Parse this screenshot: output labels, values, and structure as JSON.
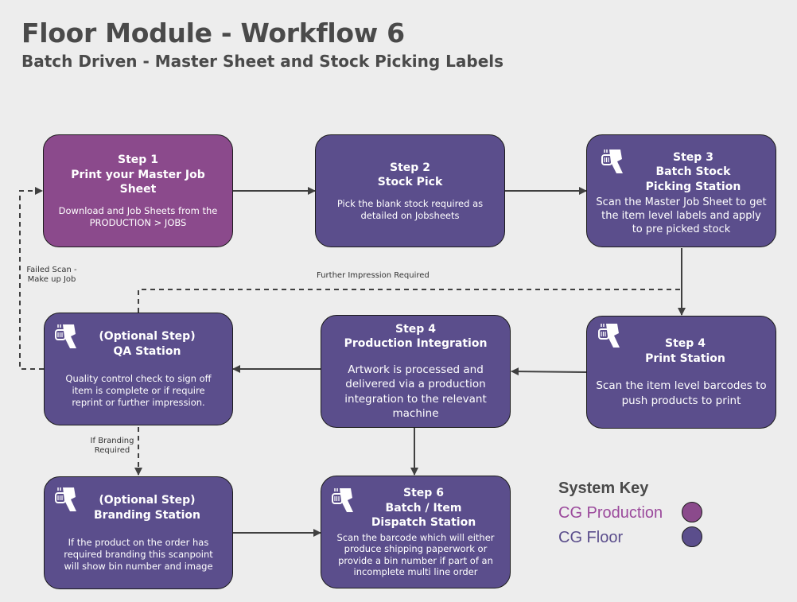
{
  "title": "Floor Module - Workflow 6",
  "subtitle": "Batch Driven -  Master Sheet and Stock Picking Labels",
  "colors": {
    "production": "#8b4a8c",
    "floor": "#5b4e8c",
    "connector": "#404040",
    "background": "#ededed"
  },
  "steps": {
    "step1": {
      "title": [
        "Step 1",
        "Print your Master Job",
        "Sheet"
      ],
      "desc": "Download and Job Sheets from the PRODUCTION > JOBS"
    },
    "step2": {
      "title": [
        "Step 2",
        "Stock Pick"
      ],
      "desc": "Pick the blank stock required as detailed on Jobsheets"
    },
    "step3": {
      "title": [
        "Step 3",
        "Batch Stock",
        "Picking Station"
      ],
      "desc": "Scan the Master Job Sheet to get the item level labels and apply to pre picked stock"
    },
    "step4_print": {
      "title": [
        "Step 4",
        "Print Station"
      ],
      "desc": "Scan the item level barcodes to push products to print"
    },
    "step4_integration": {
      "title": [
        "Step 4",
        "Production Integration"
      ],
      "desc": "Artwork is processed and delivered via a production integration to the relevant machine"
    },
    "qa": {
      "title": [
        "(Optional Step)",
        "QA Station"
      ],
      "desc": "Quality control check to sign off item is complete or if require reprint or further impression."
    },
    "branding": {
      "title": [
        "(Optional Step)",
        "Branding Station"
      ],
      "desc": "If the product on the order has required branding this scanpoint will show bin number and image"
    },
    "step6": {
      "title": [
        "Step 6",
        "Batch / Item",
        "Dispatch Station"
      ],
      "desc": "Scan the barcode which will either produce shipping paperwork or provide a bin number if part of an incomplete multi line order"
    }
  },
  "labels": {
    "failed_scan": [
      "Failed Scan -",
      "Make up Job"
    ],
    "further_impression": "Further Impression Required",
    "if_branding": [
      "If Branding",
      "Required"
    ]
  },
  "key": {
    "title": "System Key",
    "items": [
      {
        "label": "CG Production",
        "color": "#8b4a8c",
        "text_color": "#9b4a9c"
      },
      {
        "label": "CG Floor",
        "color": "#5b4e8c",
        "text_color": "#5b4e8c"
      }
    ]
  },
  "icons": {
    "scanner": "barcode-scanner-icon"
  }
}
